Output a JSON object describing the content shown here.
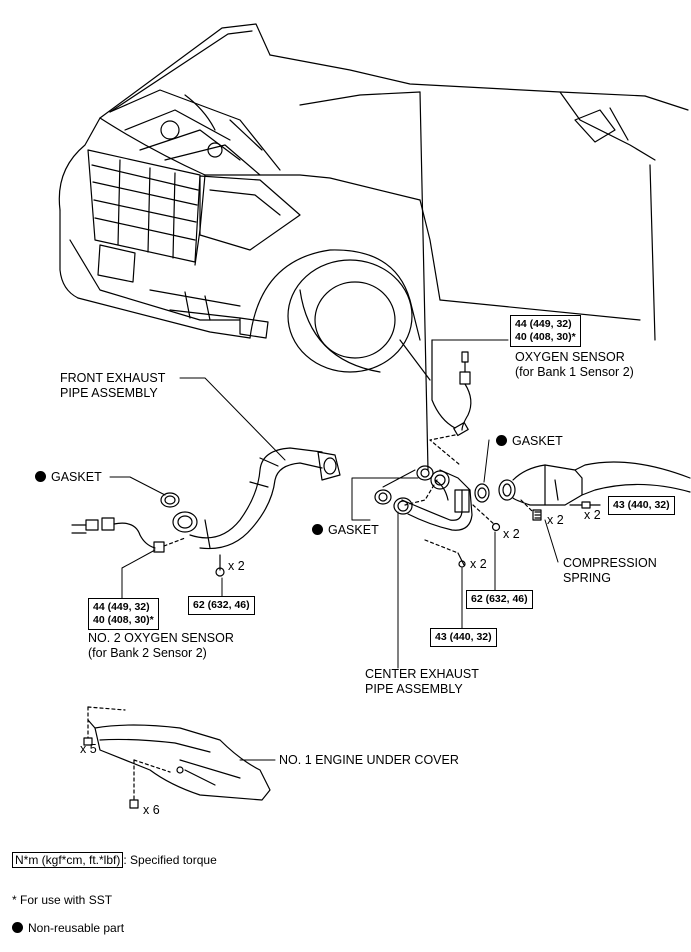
{
  "labels": {
    "front_exhaust": [
      "FRONT EXHAUST",
      "PIPE ASSEMBLY"
    ],
    "gasket_left": "GASKET",
    "gasket_center": "GASKET",
    "gasket_right": "GASKET",
    "oxygen_sensor_1": [
      "OXYGEN SENSOR",
      "(for Bank 1 Sensor 2)"
    ],
    "oxygen_sensor_2": [
      "NO. 2 OXYGEN SENSOR",
      "(for Bank 2 Sensor 2)"
    ],
    "center_exhaust": [
      "CENTER EXHAUST",
      "PIPE ASSEMBLY"
    ],
    "compression_spring": [
      "COMPRESSION",
      "SPRING"
    ],
    "under_cover": "NO. 1 ENGINE UNDER COVER"
  },
  "torques": {
    "sensor1": [
      "44 (449, 32)",
      "40 (408, 30)*"
    ],
    "sensor2": [
      "44 (449, 32)",
      "40 (408, 30)*"
    ],
    "front_nut": "62 (632, 46)",
    "center_nut": "62 (632, 46)",
    "center_bolt": "43 (440, 32)",
    "right_bolt": "43 (440, 32)"
  },
  "quantities": {
    "front_nut": "x 2",
    "center_nut": "x 2",
    "center_bolt": "x 2",
    "spring": "x 2",
    "right_bolt": "x 2",
    "cover_top": "x 5",
    "cover_bottom": "x 6"
  },
  "legend": {
    "torque_box": "N*m (kgf*cm, ft.*lbf)",
    "torque_text": ": Specified torque",
    "sst_note": "* For use with SST",
    "nonreusable": "Non-reusable part"
  }
}
